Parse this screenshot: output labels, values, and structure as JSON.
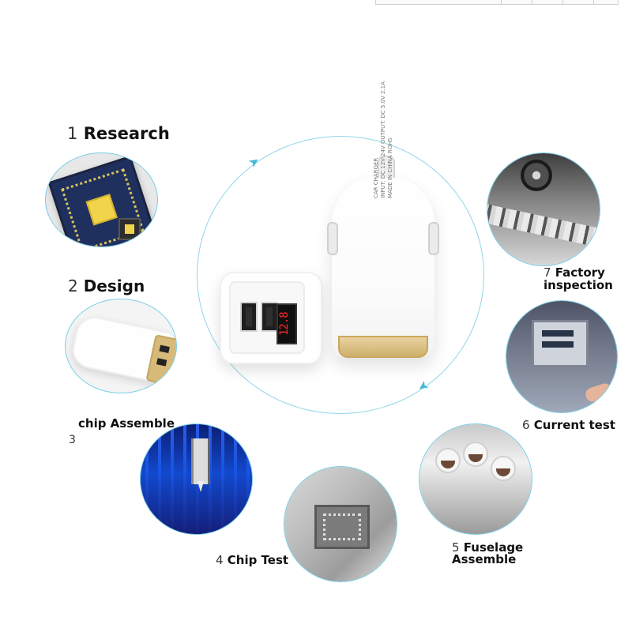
{
  "steps": [
    {
      "number": "1",
      "label": "Research"
    },
    {
      "number": "2",
      "label": "Design"
    },
    {
      "number": "3",
      "label": "chip Assemble"
    },
    {
      "number": "4",
      "label": "Chip Test"
    },
    {
      "number": "5",
      "label": "Fuselage\nAssemble"
    },
    {
      "number": "6",
      "label": "Current test"
    },
    {
      "number": "7",
      "label": "Factory\ninspection"
    }
  ],
  "charger": {
    "display": "12.8",
    "spec_lines": [
      "CAR CHARGER",
      "INPUT: DC 12V-24V OUTPUT: DC 5.0V 2.1A",
      "MADE IN CHINA ROHS"
    ]
  },
  "colors": {
    "accent": "#49b7d8",
    "ring": "#8fd6ea",
    "gold": "#ceb06d"
  }
}
